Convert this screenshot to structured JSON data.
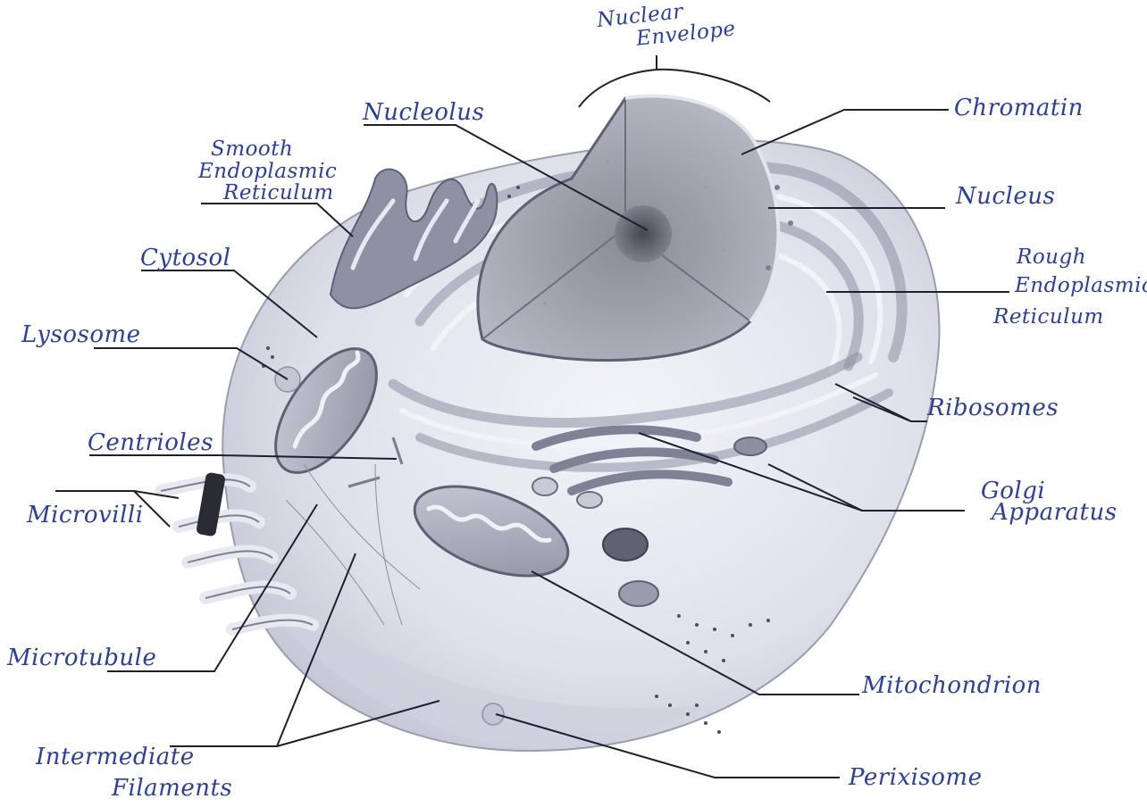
{
  "labels": {
    "nuclear_envelope_line1": "Nuclear",
    "nuclear_envelope_line2": "Envelope",
    "nucleolus": "Nucleolus",
    "smooth_er_line1": "Smooth",
    "smooth_er_line2": "Endoplasmic",
    "smooth_er_line3": "Reticulum",
    "cytosol": "Cytosol",
    "lysosome": "Lysosome",
    "centrioles": "Centrioles",
    "microvilli": "Microvilli",
    "microtubule": "Microtubule",
    "intermediate_filaments_line1": "Intermediate",
    "intermediate_filaments_line2": "Filaments",
    "chromatin": "Chromatin",
    "nucleus": "Nucleus",
    "rough_er_line1": "Rough",
    "rough_er_line2": "Endoplasmic",
    "rough_er_line3": "Reticulum",
    "ribosomes": "Ribosomes",
    "golgi_line1": "Golgi",
    "golgi_line2": "Apparatus",
    "mitochondrion": "Mitochondrion",
    "peroxisome": "Perixisome"
  },
  "colors": {
    "label_ink": "#2a3f9e",
    "leader_ink": "#1e2030",
    "cell_shading": "#b9bccb"
  }
}
